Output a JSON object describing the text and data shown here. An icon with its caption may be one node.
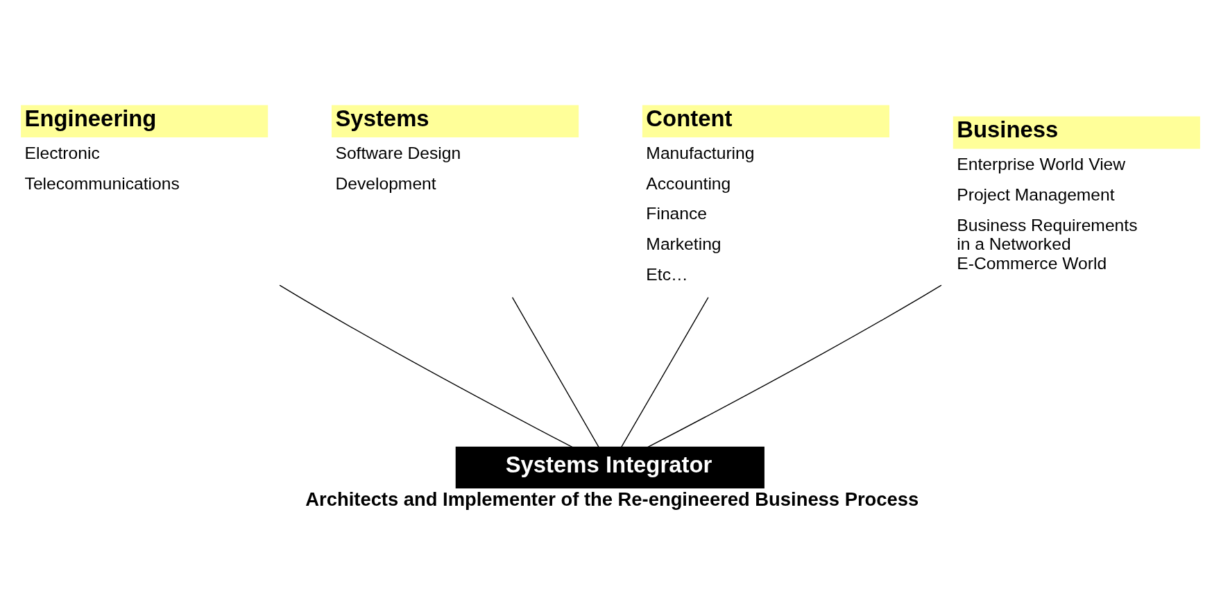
{
  "diagram": {
    "caption": "Architects and Implementer of the Re-engineered Business Process",
    "nodes": [
      {
        "text": [
          "Engineering",
          "Electronic",
          "Telecommunications"
        ]
      },
      {
        "text": [
          "Systems",
          "Software Design",
          "Development"
        ]
      },
      {
        "text": [
          "Content",
          "Manufacturing",
          "Accounting",
          "Finance",
          "Marketing",
          "Etc…"
        ]
      },
      {
        "text": [
          "Business",
          "Enterprise World View",
          "Project Management",
          "Business Requirements in a Networked E-Commerce World"
        ]
      },
      {
        "text": [
          "Systems Integrator"
        ]
      }
    ],
    "edges": [
      {
        "from": 0,
        "to": 4,
        "arrow": "none"
      },
      {
        "from": 1,
        "to": 4,
        "arrow": "none"
      },
      {
        "from": 2,
        "to": 4,
        "arrow": "none"
      },
      {
        "from": 3,
        "to": 4,
        "arrow": "none"
      }
    ]
  }
}
